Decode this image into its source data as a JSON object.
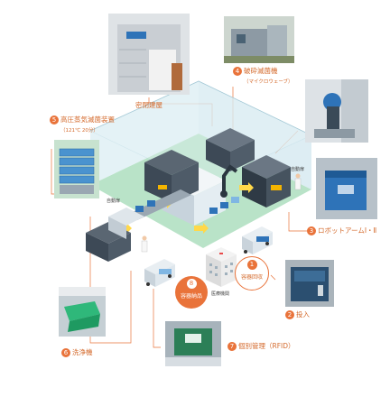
{
  "labels": {
    "sealed_building": "密閉建屋",
    "crusher_num": "4",
    "crusher_title": "破砕滅菌機",
    "crusher_sub": "（マイクロウェーブ）",
    "autoclave_num": "5",
    "autoclave_title": "高圧蒸気滅菌装置",
    "autoclave_sub": "（121℃ 20分）",
    "robot_num": "3",
    "robot_title": "ロボットアームⅠ・Ⅱ",
    "input_num": "2",
    "input_title": "投入",
    "washer_num": "6",
    "washer_title": "洗浄機",
    "rfid_num": "7",
    "rfid_title": "個別管理（RFID）",
    "collect_num": "1",
    "collect_title": "容器回収",
    "deliver_num": "8",
    "deliver_title": "容器納品",
    "medical": "医療機関",
    "auto_door_1": "自動扉",
    "auto_door_2": "自動扉"
  },
  "colors": {
    "accent": "#e9733a",
    "floor": "#b9e3c8",
    "wall": "#d9e9ef",
    "crate_blue": "#2e73b8",
    "machine": "#3d4956"
  }
}
